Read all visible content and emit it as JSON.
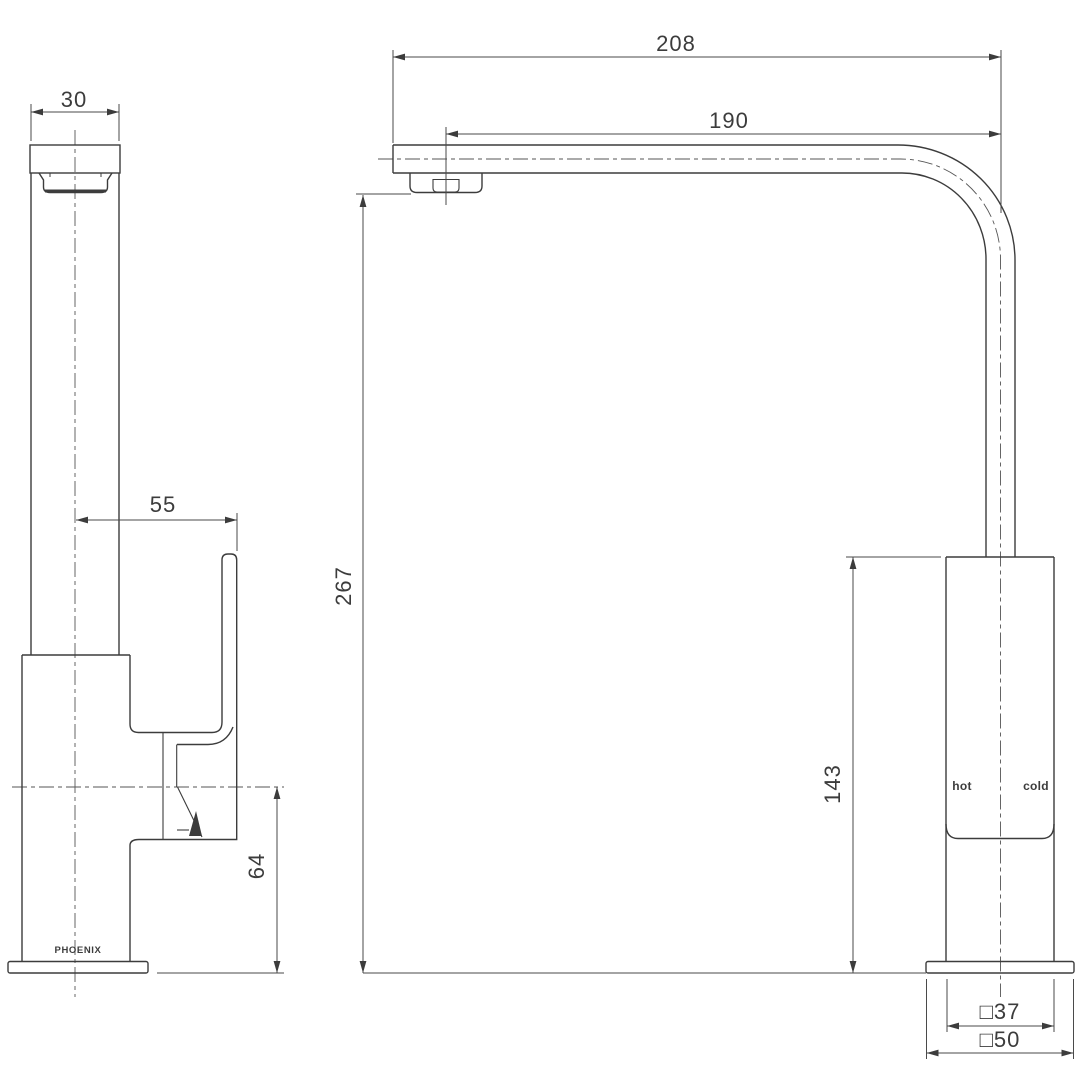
{
  "page": {
    "background": "#ffffff",
    "line_color": "#3c3c3c",
    "dim_line_color": "#4a4a4a"
  },
  "drawing": {
    "brand": "PHOENIX",
    "labels": {
      "hot": "hot",
      "cold": "cold"
    },
    "dims": {
      "spout_width": "30",
      "handle_offset": "55",
      "overall_reach": "208",
      "aerator_reach": "190",
      "outlet_height": "267",
      "body_top_height": "143",
      "pivot_height": "64",
      "body_square": "□37",
      "base_square": "□50"
    }
  }
}
